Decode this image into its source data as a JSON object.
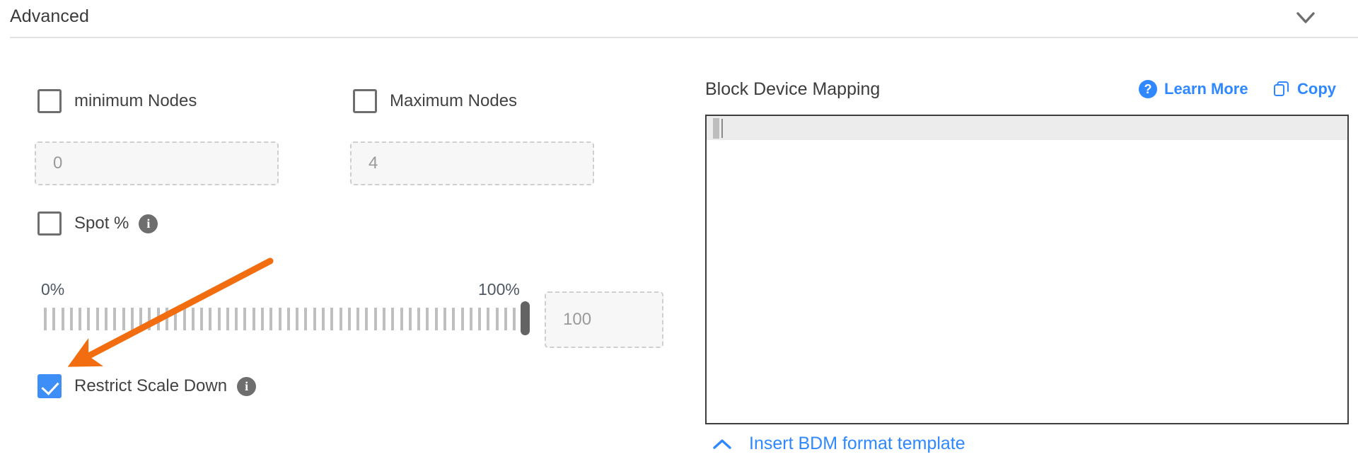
{
  "section": {
    "title": "Advanced",
    "collapse_icon": "chevron-down-icon"
  },
  "left_panel": {
    "min_nodes": {
      "label": "minimum Nodes",
      "checked": false,
      "input_placeholder": "0"
    },
    "max_nodes": {
      "label": "Maximum Nodes",
      "checked": false,
      "input_placeholder": "4"
    },
    "spot": {
      "label": "Spot %",
      "checked": false,
      "info_icon": "info-icon",
      "info_glyph": "i"
    },
    "slider": {
      "min_label": "0%",
      "max_label": "100%",
      "value": 100,
      "value_input": "100",
      "ticks": 56
    },
    "restrict_scale_down": {
      "label": "Restrict Scale Down",
      "checked": true,
      "info_icon": "info-icon",
      "info_glyph": "i"
    }
  },
  "right_panel": {
    "title": "Block Device Mapping",
    "learn_more": {
      "label": "Learn More",
      "icon": "question-circle-icon",
      "glyph": "?"
    },
    "copy": {
      "label": "Copy",
      "icon": "copy-icon"
    },
    "editor": {
      "content": "",
      "active_line": 1
    },
    "insert_template": {
      "label": "Insert BDM format template",
      "icon": "chevron-up-icon"
    }
  },
  "annotation": {
    "type": "arrow",
    "color": "#f26d10",
    "points_to": "restrict-scale-down-checkbox"
  },
  "colors": {
    "accent_blue": "#2f88ff",
    "checkbox_blue": "#3e8ef7",
    "annotation_orange": "#f26d10",
    "text_dark": "#3b3b3b",
    "info_gray": "#6e6e6e"
  }
}
